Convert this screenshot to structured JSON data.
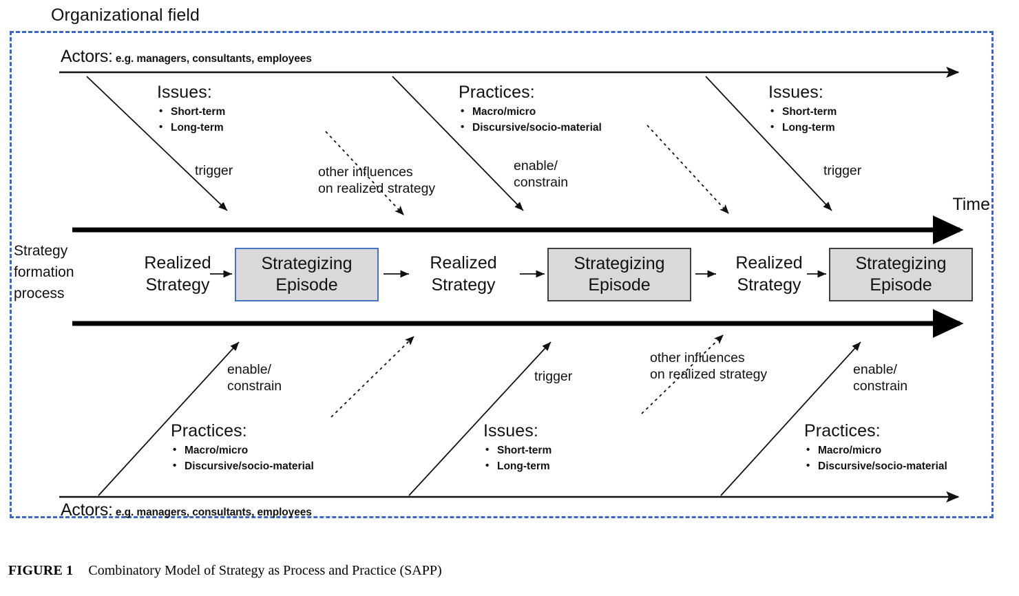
{
  "figure": {
    "field_title": "Organizational field",
    "time_label": "Time",
    "process_label": "Strategy\nformation\nprocess",
    "caption_tag": "FIGURE 1",
    "caption_text": "Combinatory Model of Strategy as Process and Practice (SAPP)"
  },
  "colors": {
    "field_border": "#3a66c8",
    "episode_fill": "#d9d9d9",
    "episode_border_first": "#4472c4",
    "episode_border_other": "#3f3f3f",
    "line": "#000000"
  },
  "actors": {
    "top": {
      "label": "Actors:",
      "detail": "e.g. managers, consultants, employees"
    },
    "bottom": {
      "label": "Actors:",
      "detail": "e.g. managers, consultants, employees"
    }
  },
  "top_groups": [
    {
      "heading": "Issues:",
      "items": [
        "Short-term",
        "Long-term"
      ]
    },
    {
      "heading": "Practices:",
      "items": [
        "Macro/micro",
        "Discursive/socio-material"
      ]
    },
    {
      "heading": "Issues:",
      "items": [
        "Short-term",
        "Long-term"
      ]
    }
  ],
  "bottom_groups": [
    {
      "heading": "Practices:",
      "items": [
        "Macro/micro",
        "Discursive/socio-material"
      ]
    },
    {
      "heading": "Issues:",
      "items": [
        "Short-term",
        "Long-term"
      ]
    },
    {
      "heading": "Practices:",
      "items": [
        "Macro/micro",
        "Discursive/socio-material"
      ]
    }
  ],
  "top_arrow_labels": [
    {
      "line1": "trigger",
      "line2": ""
    },
    {
      "line1": "other influences",
      "line2": "on realized strategy"
    },
    {
      "line1": "enable/",
      "line2": "constrain"
    },
    {
      "line1": "trigger",
      "line2": ""
    }
  ],
  "bottom_arrow_labels": [
    {
      "line1": "enable/",
      "line2": "constrain"
    },
    {
      "line1": "trigger",
      "line2": ""
    },
    {
      "line1": "other influences",
      "line2": "on realized strategy"
    },
    {
      "line1": "enable/",
      "line2": "constrain"
    }
  ],
  "process_row": {
    "realized": [
      "Realized\nStrategy",
      "Realized\nStrategy",
      "Realized\nStrategy"
    ],
    "episodes": [
      "Strategizing\nEpisode",
      "Strategizing\nEpisode",
      "Strategizing\nEpisode"
    ]
  }
}
